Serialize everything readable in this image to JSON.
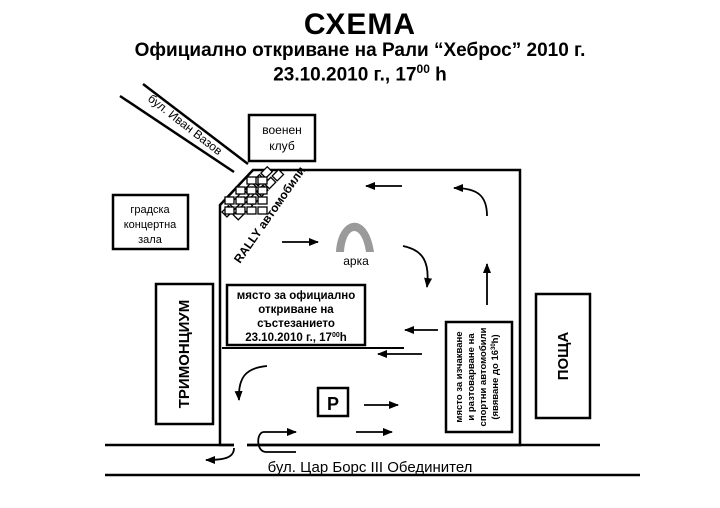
{
  "header": {
    "title": "СХЕМА",
    "subtitle": "Официално откриване на Рали “Хеброс” 2010 г.",
    "datetime": "23.10.2010 г., 17",
    "datetime_sup": "00",
    "datetime_suffix": " h"
  },
  "labels": {
    "ivan_vazov": "бул. Иван Вазов",
    "military_club_1": "военен",
    "military_club_2": "клуб",
    "concert_hall_1": "градска",
    "concert_hall_2": "концертна",
    "concert_hall_3": "зала",
    "rally_cars": "RALLY автомобили",
    "arch": "арка",
    "trimontsium": "ТРИМОНЦИУМ",
    "post_office": "ПОЩА",
    "opening_1": "място за официално",
    "opening_2": "откриване на",
    "opening_3": "състезанието",
    "opening_4": "23.10.2010 г., 17",
    "opening_4_sup": "00",
    "opening_4_suffix": "h",
    "waiting_1": "място за изчакване",
    "waiting_2": "и разтоварване на",
    "waiting_3": "спортни автомобили",
    "waiting_4": "(явяване до 16",
    "waiting_4_sup": "30",
    "waiting_4_suffix": "h)",
    "parking": "P",
    "tsar_boris": "бул. Цар Борс III Обединител"
  },
  "colors": {
    "ink": "#000000",
    "arch_gray": "#9a9a9a",
    "background": "#ffffff"
  }
}
